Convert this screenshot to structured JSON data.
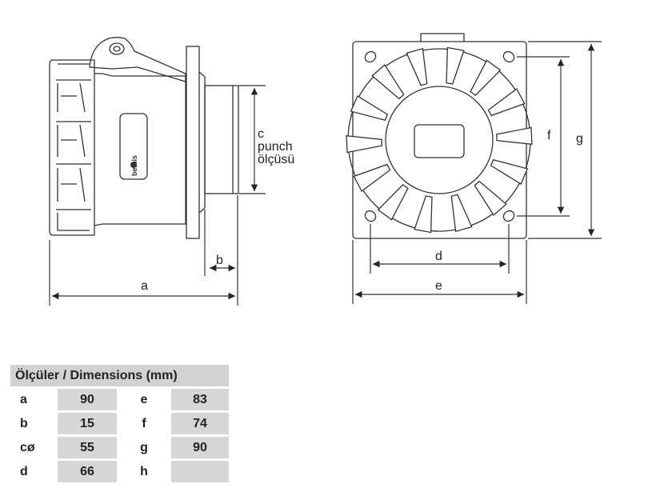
{
  "brand": "bemis",
  "dimension_labels": {
    "a": "a",
    "b": "b",
    "c": "c",
    "punch_line1": "punch",
    "punch_line2": "ölçüsü",
    "d": "d",
    "e": "e",
    "f": "f",
    "g": "g"
  },
  "table": {
    "title": "Ölçüler / Dimensions (mm)",
    "rows": [
      {
        "k1": "a",
        "v1": "90",
        "k2": "e",
        "v2": "83"
      },
      {
        "k1": "b",
        "v1": "15",
        "k2": "f",
        "v2": "74"
      },
      {
        "k1": "cø",
        "v1": "55",
        "k2": "g",
        "v2": "90"
      },
      {
        "k1": "d",
        "v1": "66",
        "k2": "h",
        "v2": ""
      }
    ]
  }
}
